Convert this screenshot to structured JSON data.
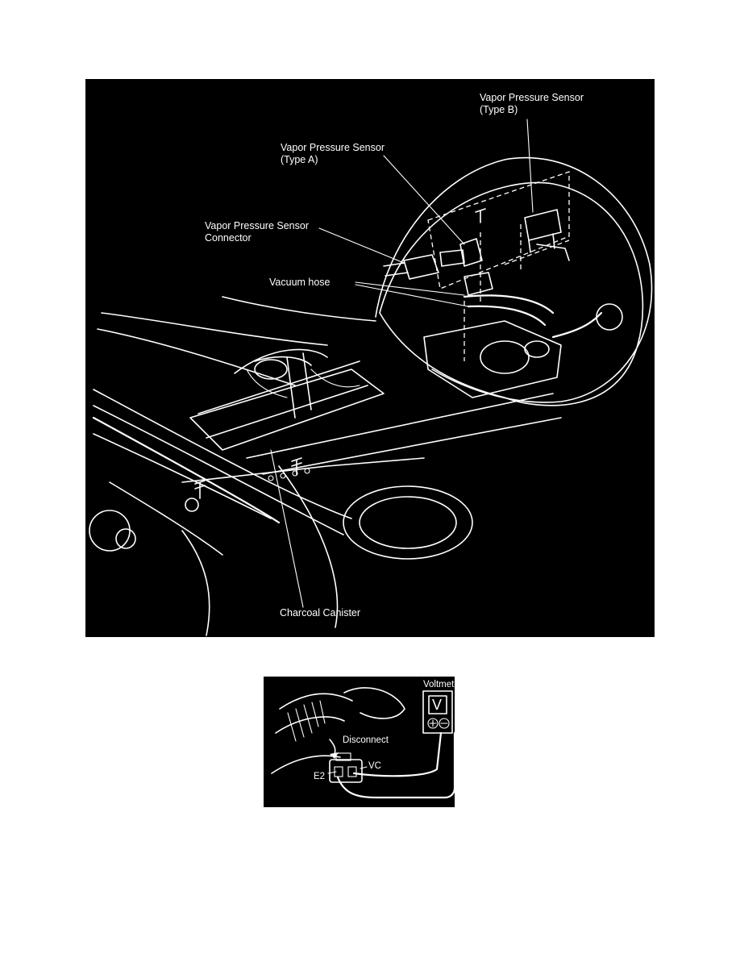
{
  "figure1": {
    "labels": {
      "sensor_type_b_line1": "Vapor Pressure Sensor",
      "sensor_type_b_line2": "(Type B)",
      "sensor_type_a_line1": "Vapor Pressure Sensor",
      "sensor_type_a_line2": "(Type A)",
      "connector_line1": "Vapor Pressure Sensor",
      "connector_line2": "Connector",
      "vacuum_hose": "Vacuum hose",
      "charcoal_canister": "Charcoal Canister"
    }
  },
  "figure2": {
    "labels": {
      "voltmeter": "Voltmeter",
      "meter_symbol": "V",
      "disconnect": "Disconnect",
      "vc": "VC",
      "e2": "E2"
    }
  }
}
